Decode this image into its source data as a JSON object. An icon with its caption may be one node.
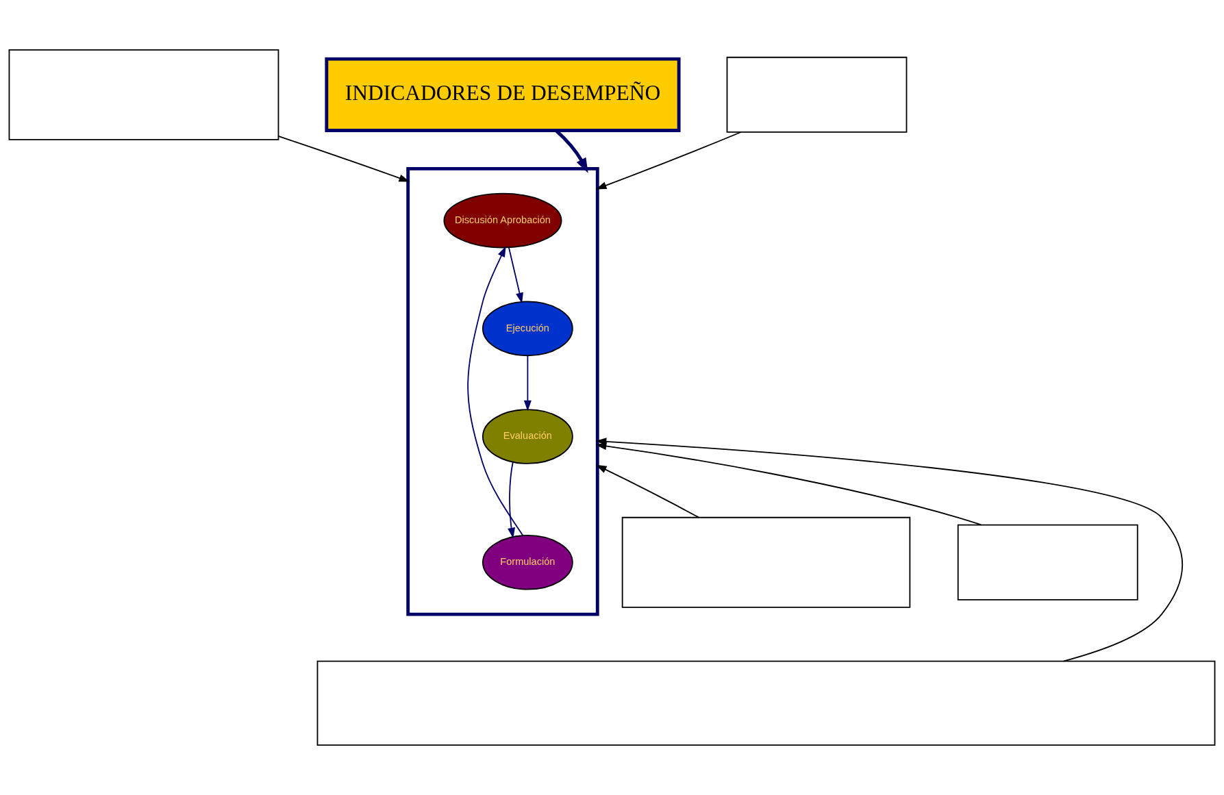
{
  "diagram": {
    "nodes": [
      {
        "text": [],
        "shape": "box"
      },
      {
        "text": [],
        "shape": "box"
      },
      {
        "text": [
          "INDICADORES DE DESEMPEÑO"
        ]
      },
      {
        "text": [],
        "shape": "box"
      },
      {
        "text": [
          "Discusión Aprobación"
        ],
        "in": 3
      },
      {
        "text": [
          "Ejecución"
        ],
        "in": 3
      },
      {
        "text": [
          "Evaluación"
        ],
        "in": 3
      },
      {
        "text": [
          "Formulación"
        ],
        "in": 3
      },
      {
        "text": [],
        "shape": "box"
      },
      {
        "text": [],
        "shape": "box"
      },
      {
        "text": [],
        "shape": "box"
      }
    ],
    "edges": [
      {
        "from": 0,
        "to": 3,
        "arrow": "to"
      },
      {
        "from": 1,
        "to": 3,
        "arrow": "to"
      },
      {
        "from": 2,
        "to": 3,
        "arrow": "to",
        "style": "thick",
        "color": "#000066"
      },
      {
        "from": 4,
        "to": 5,
        "arrow": "to",
        "color": "#000066"
      },
      {
        "from": 5,
        "to": 6,
        "arrow": "to",
        "color": "#000066"
      },
      {
        "from": 6,
        "to": 7,
        "arrow": "to",
        "color": "#000066"
      },
      {
        "from": 7,
        "to": 4,
        "arrow": "to",
        "color": "#000066"
      },
      {
        "from": 8,
        "to": 3,
        "arrow": "to"
      },
      {
        "from": 9,
        "to": 3,
        "arrow": "to"
      },
      {
        "from": 10,
        "to": 3,
        "arrow": "to"
      }
    ]
  }
}
